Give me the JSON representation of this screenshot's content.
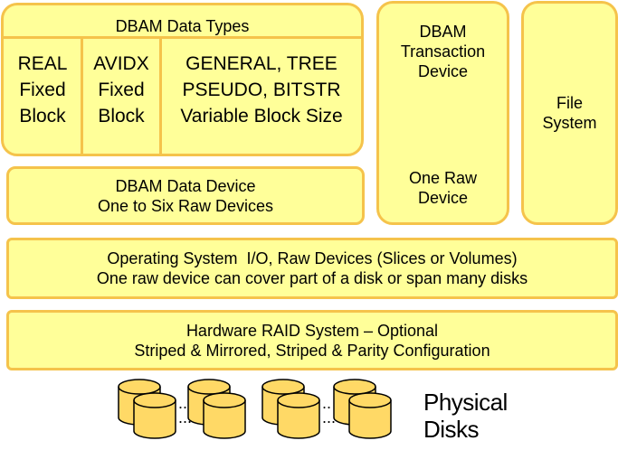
{
  "data_types": {
    "title": "DBAM Data Types",
    "columns": [
      [
        "REAL",
        "Fixed",
        "Block"
      ],
      [
        "AVIDX",
        "Fixed",
        "Block"
      ],
      [
        "GENERAL, TREE",
        "PSEUDO, BITSTR",
        "Variable Block Size"
      ]
    ]
  },
  "transaction_device": {
    "title": [
      "DBAM",
      "Transaction",
      "Device"
    ],
    "sub": [
      "One Raw",
      "Device"
    ]
  },
  "file_system": [
    "File",
    "System"
  ],
  "data_device": [
    "DBAM Data Device",
    "One to Six Raw Devices"
  ],
  "os_layer": [
    "Operating System  I/O, Raw Devices (Slices or Volumes)",
    "One raw device can cover part of a disk or span many disks"
  ],
  "raid_layer": [
    "Hardware RAID System – Optional",
    "Striped & Mirrored, Striped & Parity Configuration"
  ],
  "disks_label": [
    "Physical",
    "Disks"
  ],
  "colors": {
    "fill": "#ffff99",
    "border": "#f5c34b",
    "disk_fill": "#ffd966",
    "disk_stroke": "#000000"
  }
}
